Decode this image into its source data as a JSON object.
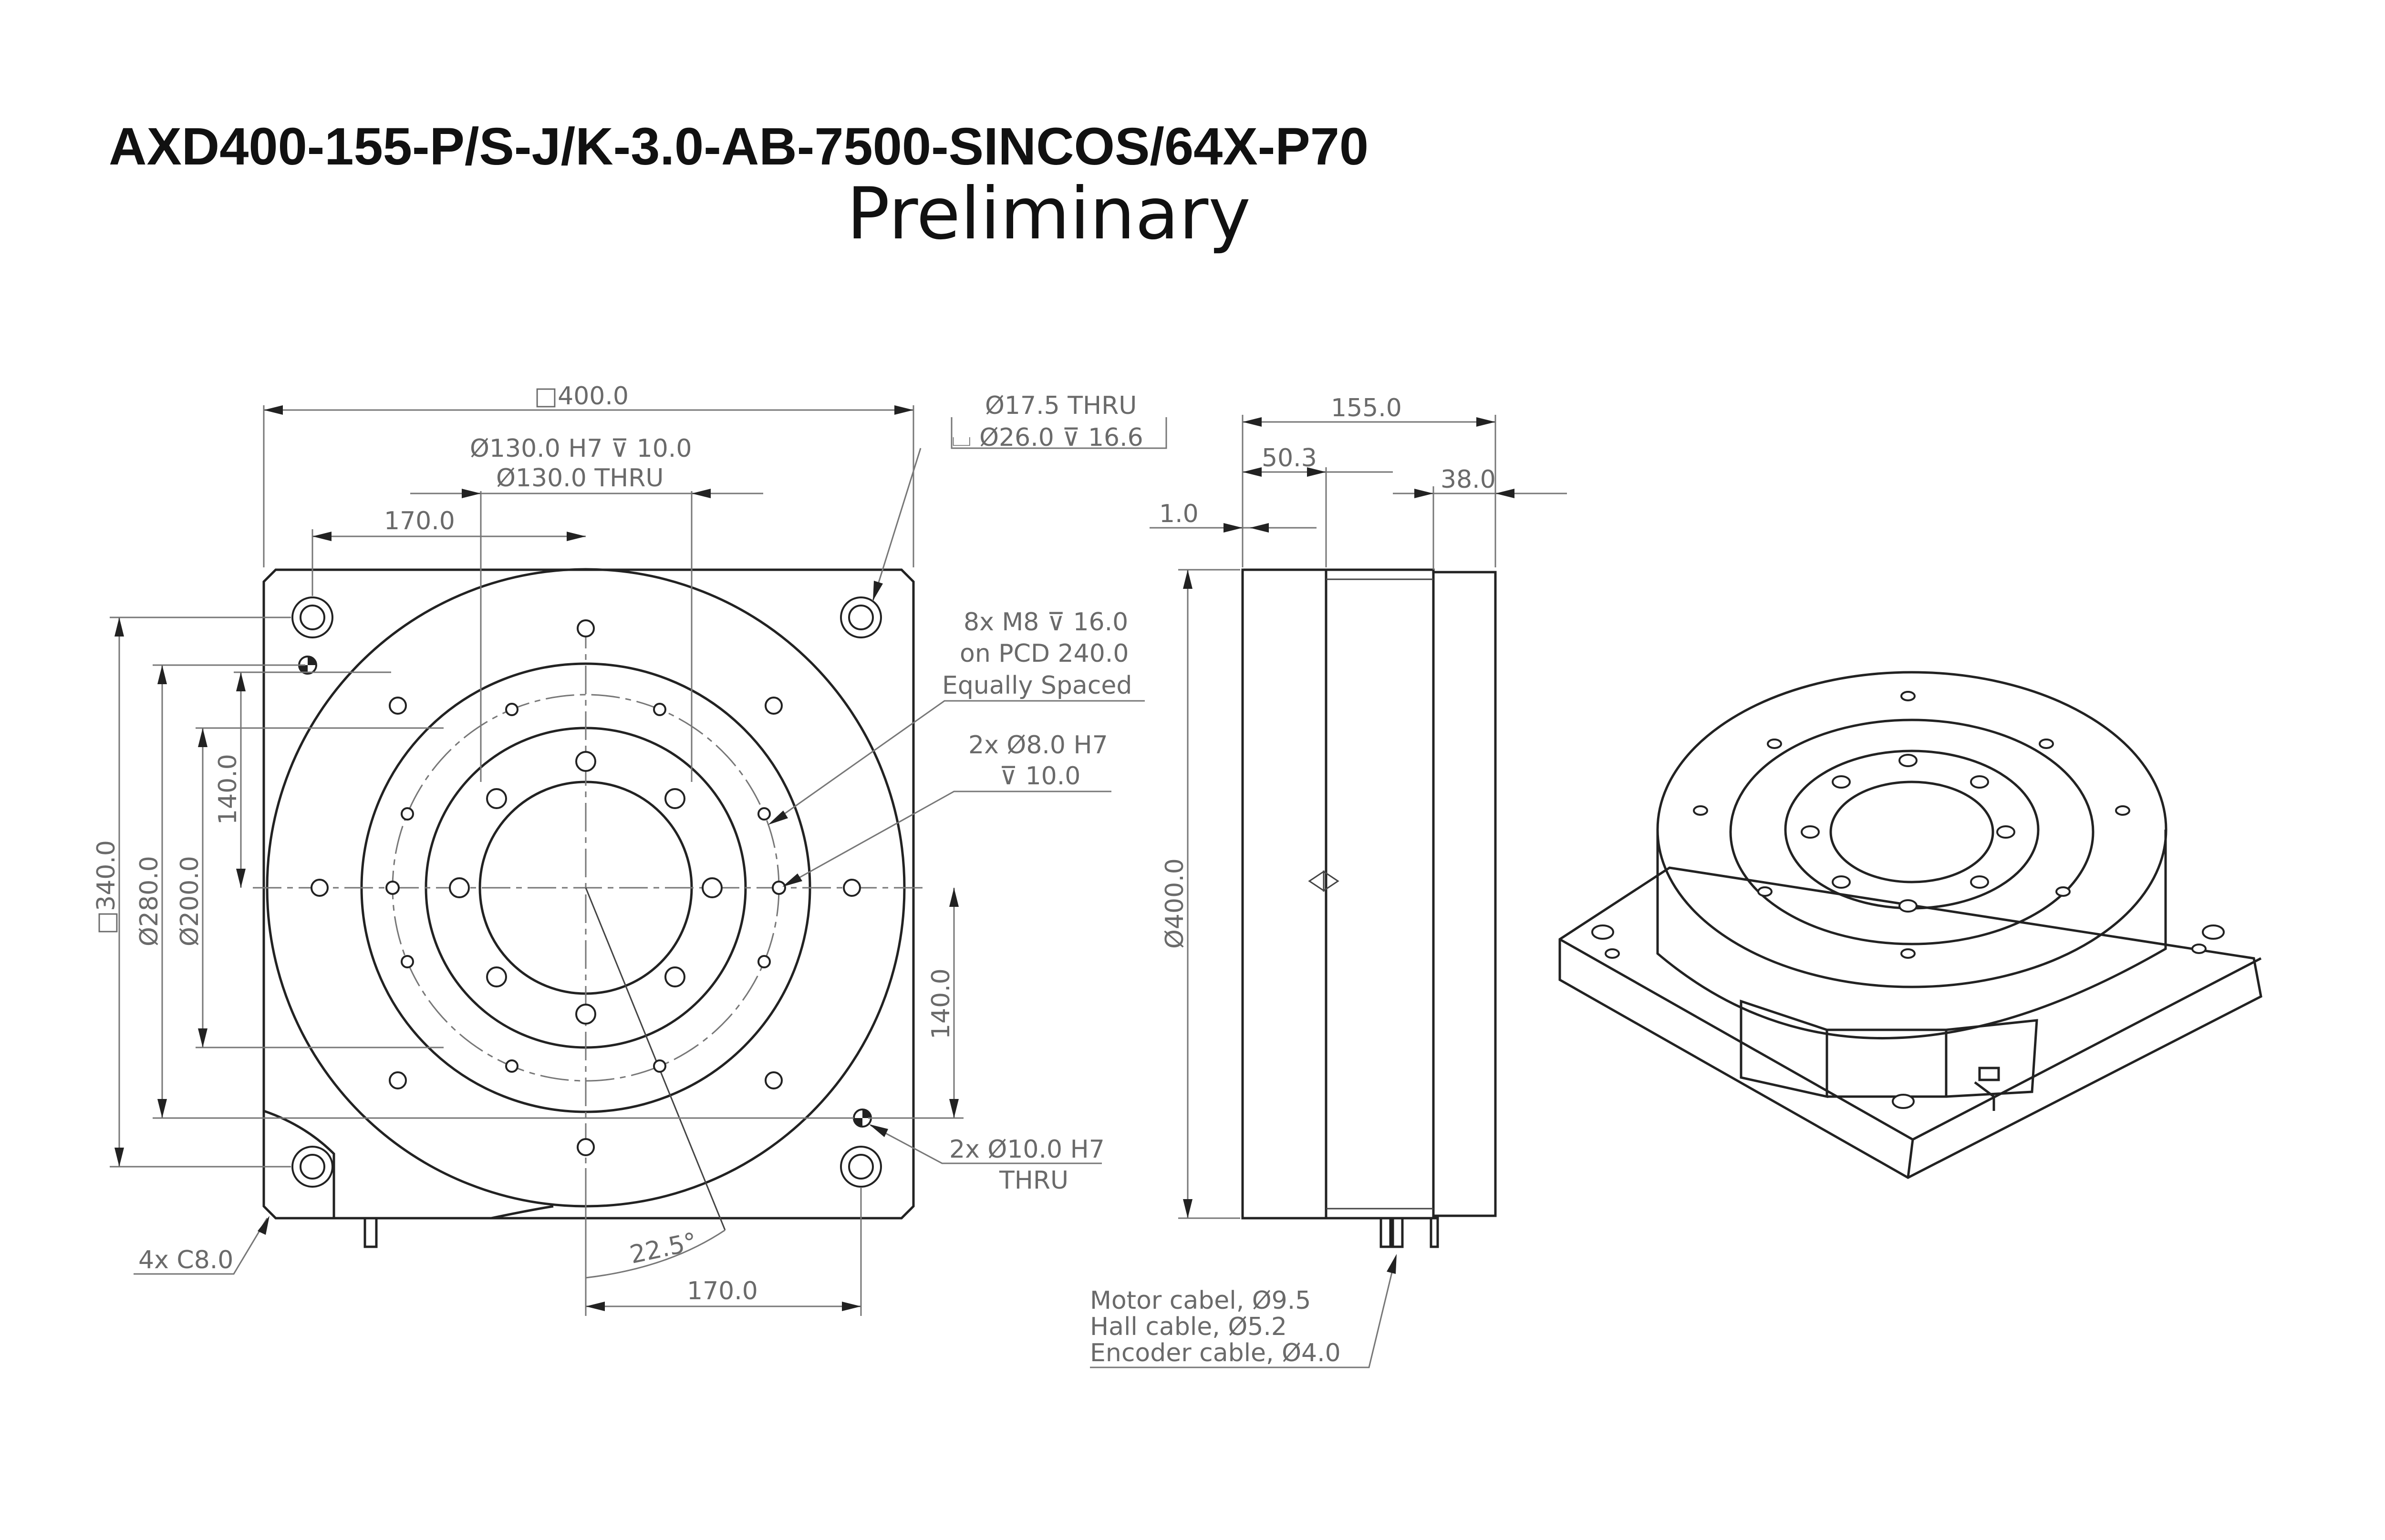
{
  "title": "AXD400-155-P/S-J/K-3.0-AB-7500-SINCOS/64X-P70",
  "subtitle": "Preliminary",
  "front_view": {
    "square_400": "□400.0",
    "bore_h7": "Ø130.0 H7 ⊽ 10.0",
    "bore_thru": "Ø130.0 THRU",
    "offset_170_top": "170.0",
    "hole_17_5": "Ø17.5 THRU",
    "cbore_26": "⌴ Ø26.0 ⊽ 16.6",
    "m8_line1": "8x M8 ⊽ 16.0",
    "m8_line2": "on PCD 240.0",
    "m8_line3": "Equally Spaced",
    "pin8_line1": "2x Ø8.0 H7",
    "pin8_line2": "⊽ 10.0",
    "pin10_line1": "2x Ø10.0 H7",
    "pin10_line2": "THRU",
    "chamfer": "4x C8.0",
    "angle": "22.5°",
    "offset_170_bottom": "170.0",
    "left_140": "140.0",
    "right_140": "140.0",
    "square_340": "□340.0",
    "dia_280": "Ø280.0",
    "dia_200": "Ø200.0"
  },
  "side_view": {
    "height_155": "155.0",
    "dim_50_3": "50.3",
    "dim_38": "38.0",
    "dim_1": "1.0",
    "dia_400": "Ø400.0",
    "cable_line1": "Motor cabel, Ø9.5",
    "cable_line2": "Hall cable, Ø5.2",
    "cable_line3": "Encoder cable, Ø4.0"
  },
  "colors": {
    "line": "#222222",
    "dimension_text": "#6a6a6a",
    "title": "#111111"
  }
}
